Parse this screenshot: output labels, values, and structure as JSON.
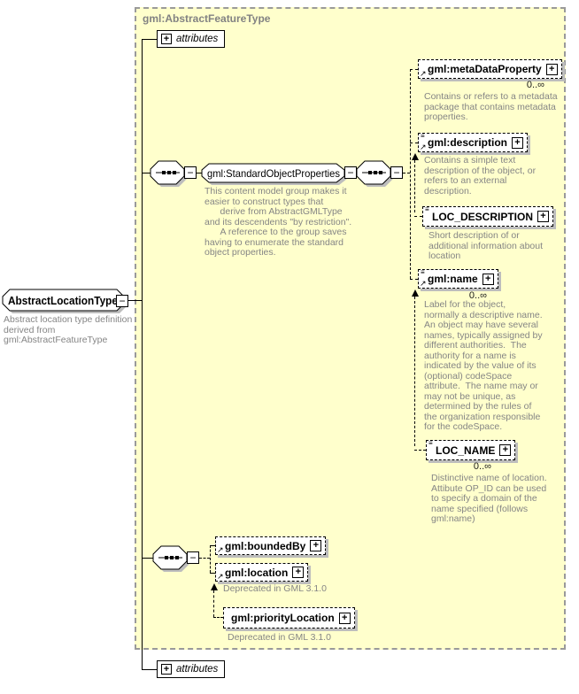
{
  "colors": {
    "container_bg": "#ffffcc",
    "container_border": "#9a9a9a",
    "shadow": "#bdbdbd",
    "annotation_text": "#858585",
    "title_text": "#828282",
    "box_bg": "#ffffff",
    "line": "#000000"
  },
  "icons": {
    "plus": "+",
    "minus": "−",
    "substitution_arrow": "↗",
    "text_content": "≡"
  },
  "container": {
    "title": "gml:AbstractFeatureType"
  },
  "root": {
    "label": "AbstractLocationType",
    "annotation": "Abstract location type definition\nderived from\ngml:AbstractFeatureType"
  },
  "attributes_top": {
    "label": "attributes"
  },
  "attributes_bottom": {
    "label": "attributes"
  },
  "group": {
    "label": "gml:StandardObjectProperties",
    "annotation": "This content model group makes it\neasier to construct types that\n      derive from AbstractGMLType\nand its descendents \"by restriction\".\n      A reference to the group saves\nhaving to enumerate the standard\nobject properties."
  },
  "elements": {
    "metaDataProperty": {
      "label": "gml:metaDataProperty",
      "occurs": "0..∞",
      "annotation": "Contains or refers to a metadata\npackage that contains metadata\nproperties."
    },
    "description": {
      "label": "gml:description",
      "annotation": "Contains a simple text\ndescription of the object, or\nrefers to an external\ndescription."
    },
    "loc_description": {
      "label": "LOC_DESCRIPTION",
      "annotation": "Short description of or\nadditional information about\nlocation"
    },
    "name": {
      "label": "gml:name",
      "occurs": "0..∞",
      "annotation": "Label for the object,\nnormally a descriptive name.\nAn object may have several\nnames, typically assigned by\ndifferent authorities.  The\nauthority for a name is\nindicated by the value of its\n(optional) codeSpace\nattribute.  The name may or\nmay not be unique, as\ndetermined by the rules of\nthe organization responsible\nfor the codeSpace."
    },
    "loc_name": {
      "label": "LOC_NAME",
      "occurs": "0..∞",
      "annotation": "Distinctive name of location.\nAttibute OP_ID can be used\nto specify a domain of the\nname specified (follows\ngml:name)"
    },
    "boundedBy": {
      "label": "gml:boundedBy"
    },
    "location": {
      "label": "gml:location",
      "annotation": "Deprecated in GML 3.1.0"
    },
    "priorityLocation": {
      "label": "gml:priorityLocation",
      "annotation": "Deprecated in GML 3.1.0"
    }
  }
}
